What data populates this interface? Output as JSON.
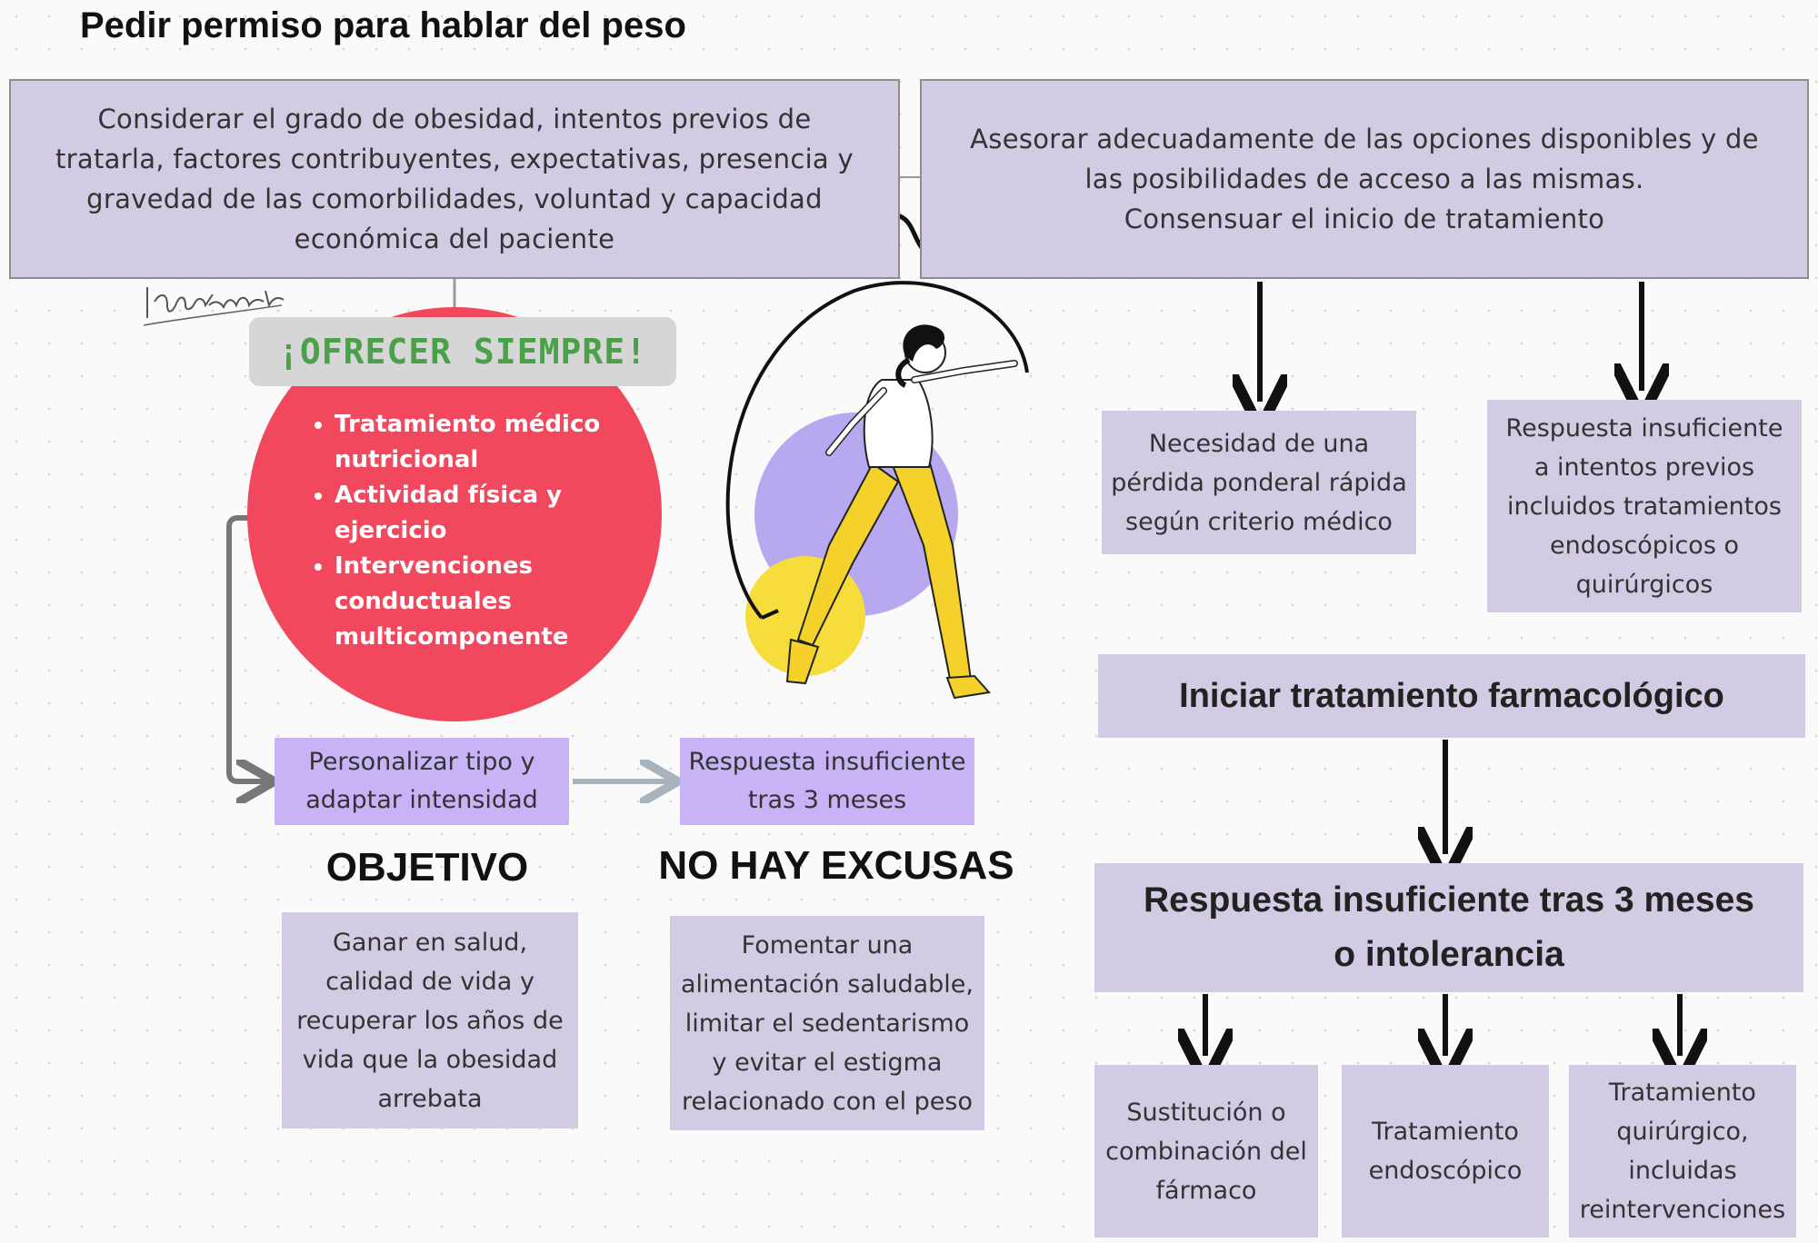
{
  "title": "Pedir permiso para hablar del peso",
  "box_assessment": "Considerar el grado de obesidad, intentos previos de\ntratarla, factores contribuyentes, expectativas, presencia y\ngravedad de las comorbilidades, voluntad y capacidad\neconómica del paciente",
  "box_advice": "Asesorar adecuadamente de las opciones disponibles y de\nlas posibilidades de acceso a las mismas.\nConsensuar el inicio de tratamiento",
  "offer": {
    "heading": "¡OFRECER SIEMPRE!",
    "items": [
      "Tratamiento médico nutricional",
      "Actividad física y ejercicio",
      "Intervenciones conductuales multicomponente"
    ]
  },
  "personalize": "Personalizar tipo y\nadaptar intensidad",
  "insufficient_3m_small": "Respuesta insuficiente\ntras  3 meses",
  "objective": {
    "heading": "OBJETIVO",
    "text": "Ganar en salud,\ncalidad de vida y\nrecuperar los años de\nvida que la obesidad\narrebata"
  },
  "no_excuses": {
    "heading": "NO HAY EXCUSAS",
    "text": "Fomentar una\nalimentación saludable,\nlimitar el sedentarismo\ny evitar el estigma\nrelacionado con el peso"
  },
  "rapid_loss": "Necesidad de una\npérdida ponderal rápida\nsegún criterio médico",
  "prior_attempts": "Respuesta insuficiente\na intentos previos\nincluidos tratamientos\nendoscópicos o\nquirúrgicos",
  "start_pharma": "Iniciar tratamiento farmacológico",
  "insufficient_big": "Respuesta insuficiente tras 3 meses\no intolerancia",
  "options": [
    "Sustitución o\ncombinación del\nfármaco",
    "Tratamiento\nendoscópico",
    "Tratamiento\nquirúrgico,\nincluidas\nreintervenciones"
  ],
  "colors": {
    "box_fill": "#d3cbe3",
    "highlight_fill": "#c7b3f5",
    "offer_circle": "#f2485d",
    "offer_heading": "#4aa14a"
  }
}
